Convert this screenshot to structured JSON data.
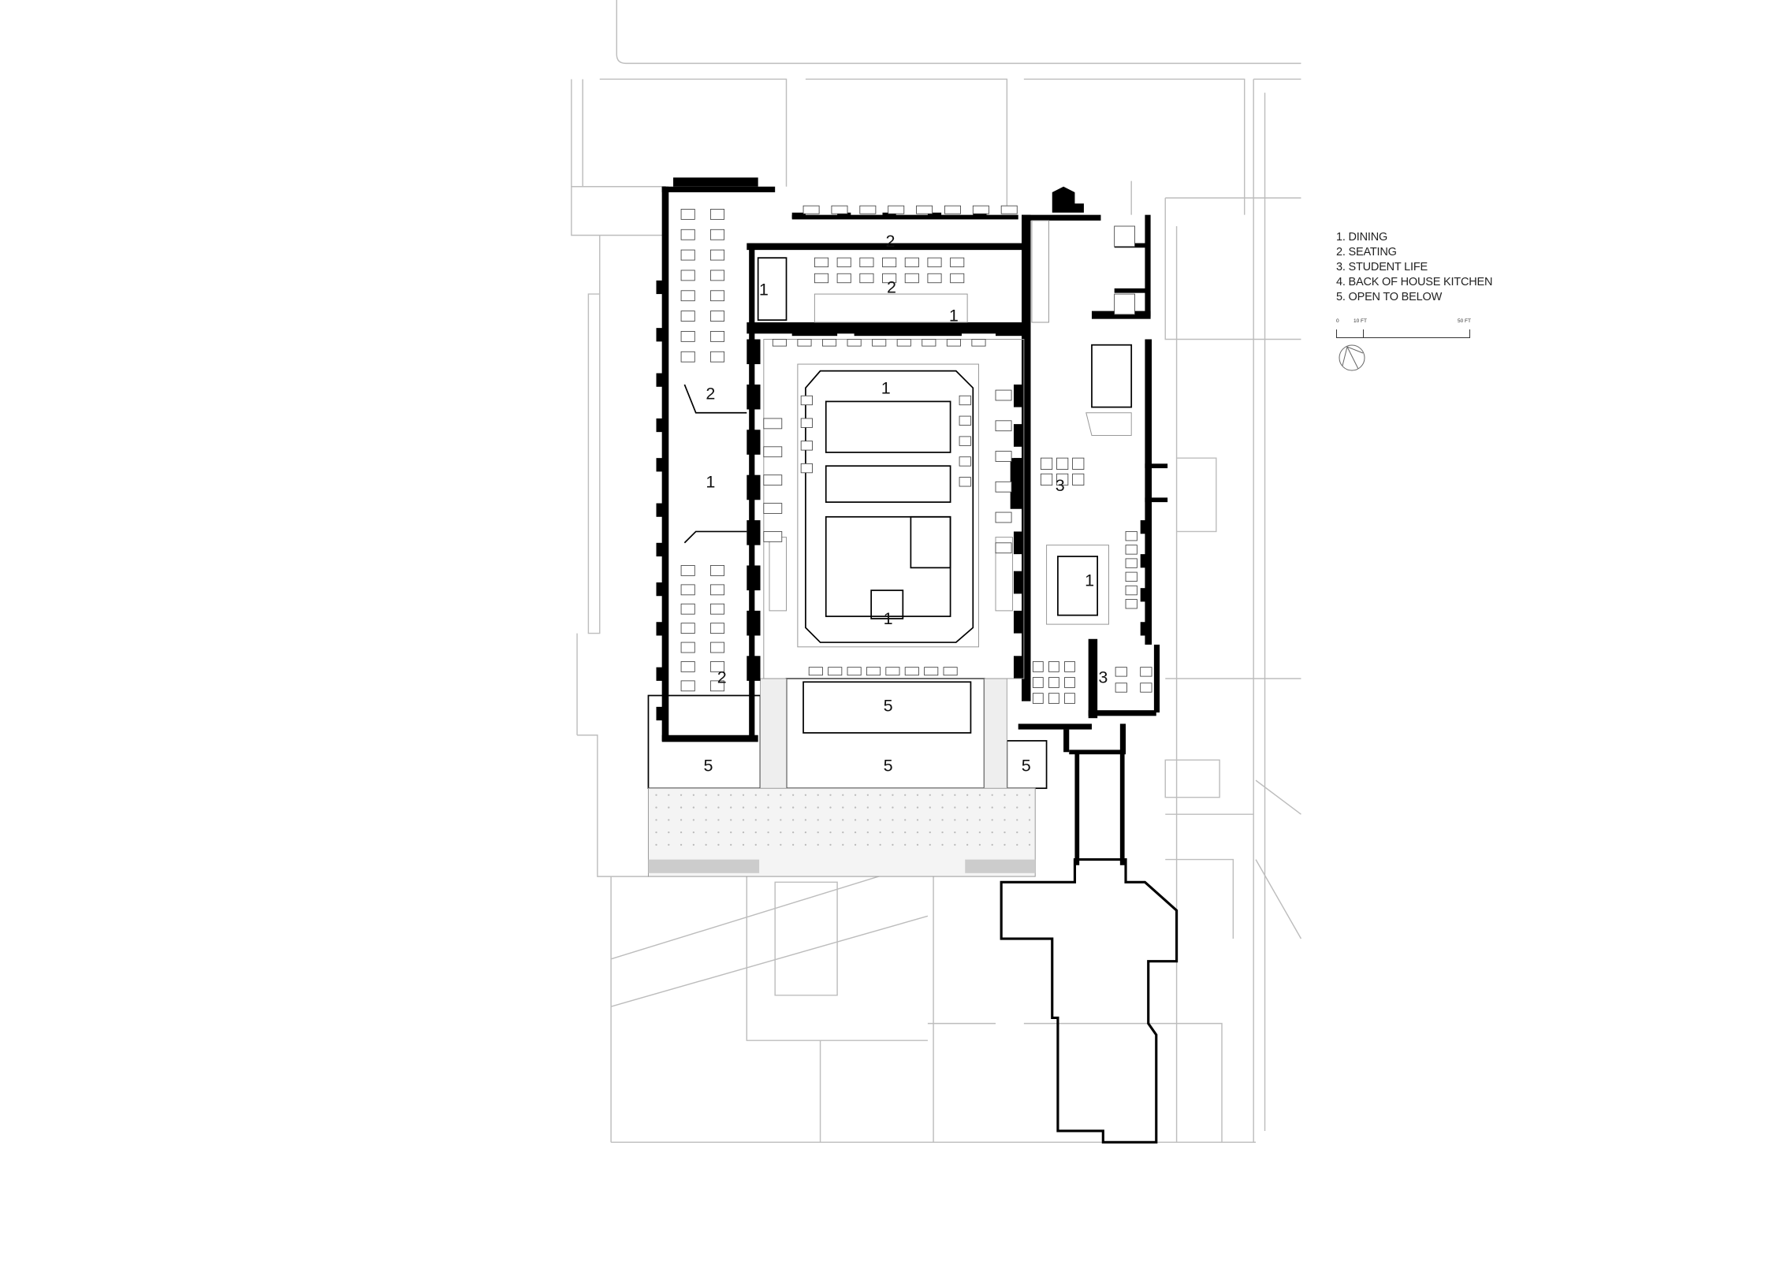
{
  "legend": {
    "items": [
      "1. DINING",
      "2. SEATING",
      "3. STUDENT LIFE",
      "4. BACK OF HOUSE KITCHEN",
      "5. OPEN TO BELOW"
    ]
  },
  "scale_bar": {
    "labels": [
      "0",
      "10 FT",
      "50 FT"
    ]
  },
  "room_labels": [
    "2",
    "2",
    "1",
    "1",
    "2",
    "1",
    "3",
    "1",
    "1",
    "2",
    "3",
    "5",
    "5",
    "5",
    "5",
    "1"
  ]
}
